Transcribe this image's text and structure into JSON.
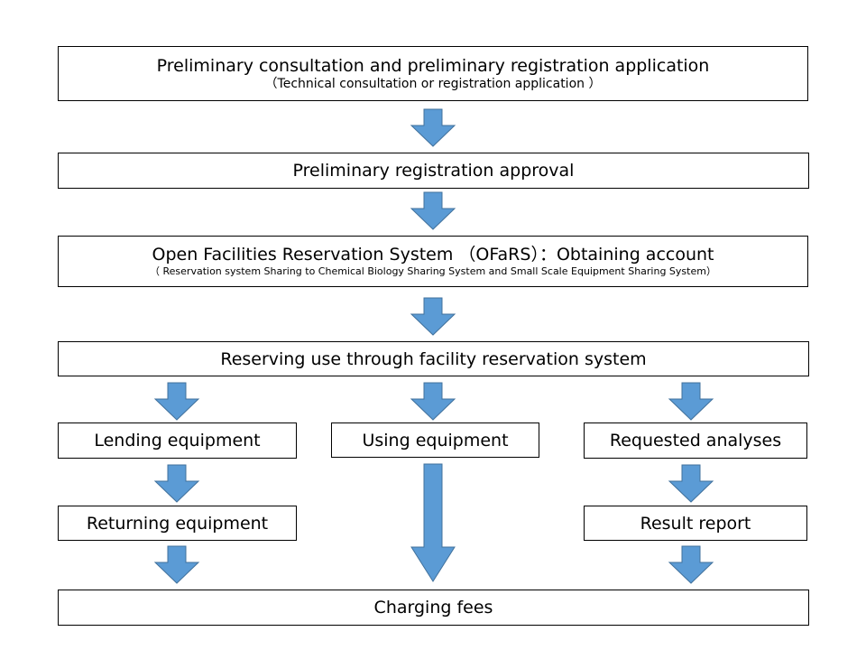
{
  "steps": {
    "consultation": {
      "title": "Preliminary consultation and preliminary registration application",
      "subtitle": "（Technical consultation or registration application ）"
    },
    "approval": {
      "title": "Preliminary registration approval"
    },
    "ofars": {
      "title": "Open Facilities Reservation System （OFaRS）：Obtaining account",
      "subtitle": "（ Reservation system Sharing to Chemical Biology Sharing System and Small Scale Equipment Sharing System）"
    },
    "reserving": {
      "title": "Reserving use through facility reservation system"
    },
    "lending": {
      "title": "Lending equipment"
    },
    "using": {
      "title": "Using equipment"
    },
    "requested": {
      "title": "Requested analyses"
    },
    "returning": {
      "title": "Returning equipment"
    },
    "result": {
      "title": "Result report"
    },
    "charging": {
      "title": "Charging fees"
    }
  },
  "colors": {
    "arrow_fill": "#5b9bd5",
    "arrow_stroke": "#41719c",
    "box_border": "#000000"
  }
}
